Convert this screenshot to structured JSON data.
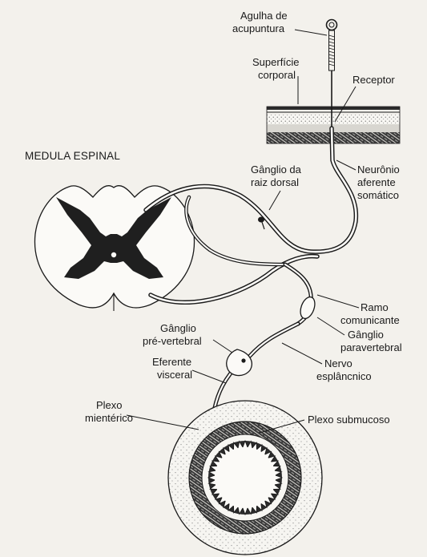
{
  "diagram": {
    "title": "MEDULA ESPINAL",
    "labels": {
      "needle": [
        "Agulha de",
        "acupuntura"
      ],
      "surface": [
        "Superfície",
        "corporal"
      ],
      "receptor": "Receptor",
      "afferent": [
        "Neurônio",
        "aferente",
        "somático"
      ],
      "dorsal_ganglion": [
        "Gânglio da",
        "raiz dorsal"
      ],
      "ramus": [
        "Ramo",
        "comunicante"
      ],
      "paravertebral": [
        "Gânglio",
        "paravertebral"
      ],
      "prevertebral": [
        "Gânglio",
        "pré-vertebral"
      ],
      "splanchnic": [
        "Nervo",
        "esplâncnico"
      ],
      "visceral_efferent": [
        "Eferente",
        "visceral"
      ],
      "myenteric": [
        "Plexo",
        "mientérico"
      ],
      "submucosal": "Plexo submucoso"
    },
    "colors": {
      "ink": "#1a1a1a",
      "paper": "#f3f1ec",
      "dark_tissue": "#2b2b2b"
    }
  }
}
